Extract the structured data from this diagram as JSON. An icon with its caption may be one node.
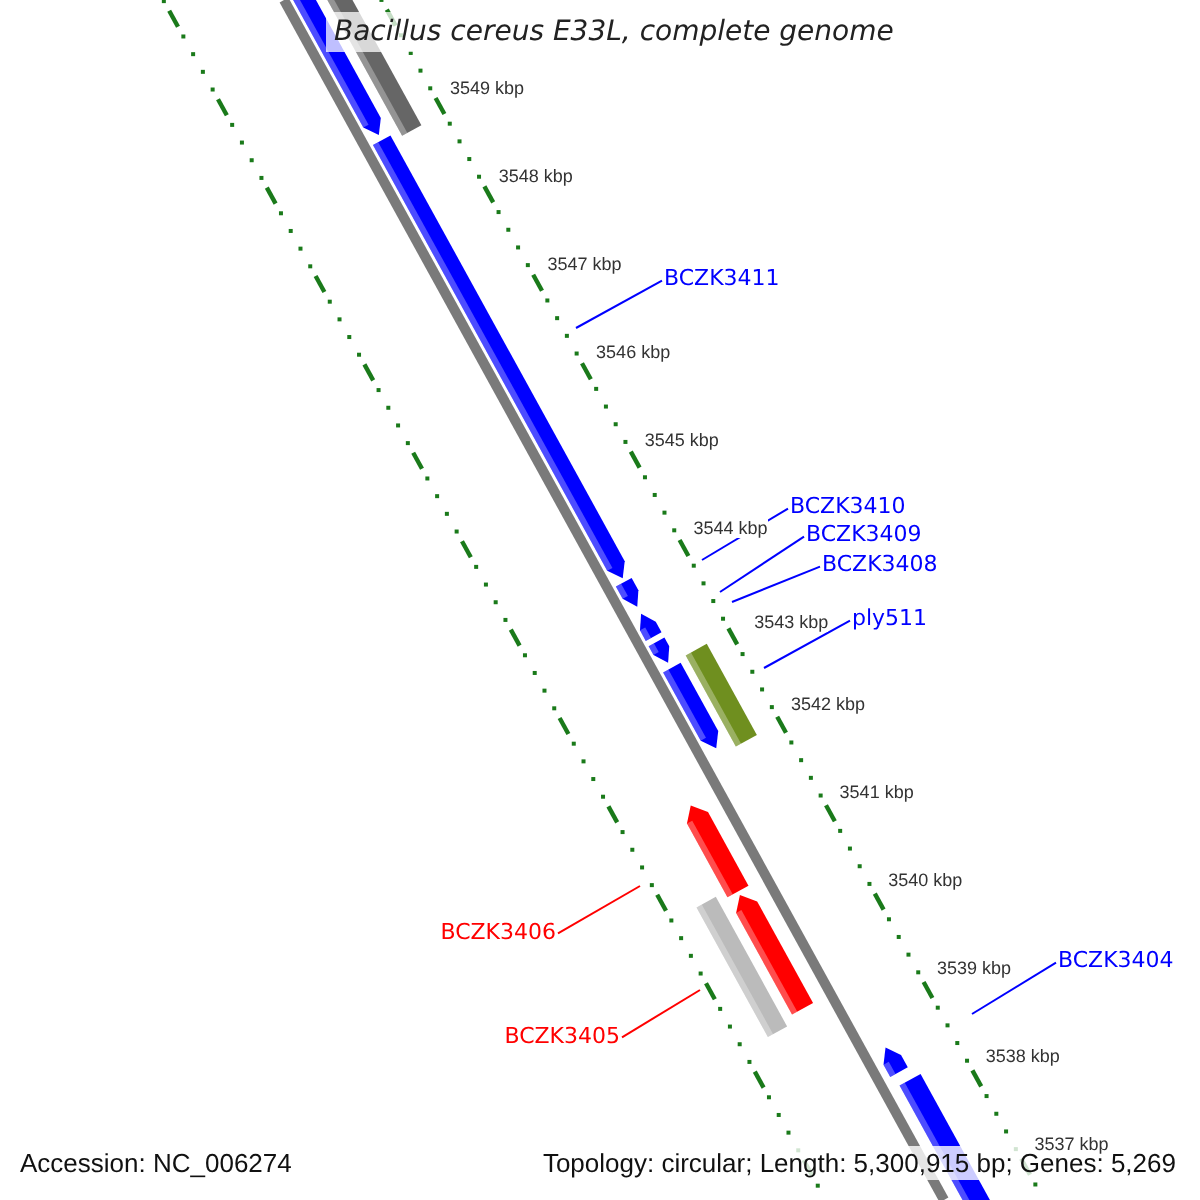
{
  "diagram": {
    "title": "Bacillus cereus E33L, complete genome",
    "nodes": [
      {
        "text": [
          "BCZK3411"
        ]
      },
      {
        "text": [
          "BCZK3410"
        ]
      },
      {
        "text": [
          "BCZK3409"
        ]
      },
      {
        "text": [
          "BCZK3408"
        ]
      },
      {
        "text": [
          "ply511"
        ]
      },
      {
        "text": [
          "BCZK3406"
        ]
      },
      {
        "text": [
          "BCZK3405"
        ]
      },
      {
        "text": [
          "BCZK3404"
        ]
      }
    ],
    "edges": [
      {
        "from": 0,
        "to": null,
        "arrow": "none"
      },
      {
        "from": 1,
        "to": null,
        "arrow": "none"
      },
      {
        "from": 2,
        "to": null,
        "arrow": "none"
      },
      {
        "from": 3,
        "to": null,
        "arrow": "none"
      },
      {
        "from": 4,
        "to": null,
        "arrow": "none"
      },
      {
        "from": 5,
        "to": null,
        "arrow": "none",
        "color": "#ff0000"
      },
      {
        "from": 6,
        "to": null,
        "arrow": "none",
        "color": "#ff0000"
      },
      {
        "from": 7,
        "to": null,
        "arrow": "none"
      }
    ],
    "labels": [
      "3549 kbp",
      "3548 kbp",
      "3547 kbp",
      "3546 kbp",
      "3545 kbp",
      "3544 kbp",
      "3543 kbp",
      "3542 kbp",
      "3541 kbp",
      "3540 kbp",
      "3539 kbp",
      "3538 kbp",
      "3537 kbp",
      "Accession: NC_006274",
      "Topology: circular; Length: 5,300,915 bp; Genes: 5,269"
    ]
  }
}
